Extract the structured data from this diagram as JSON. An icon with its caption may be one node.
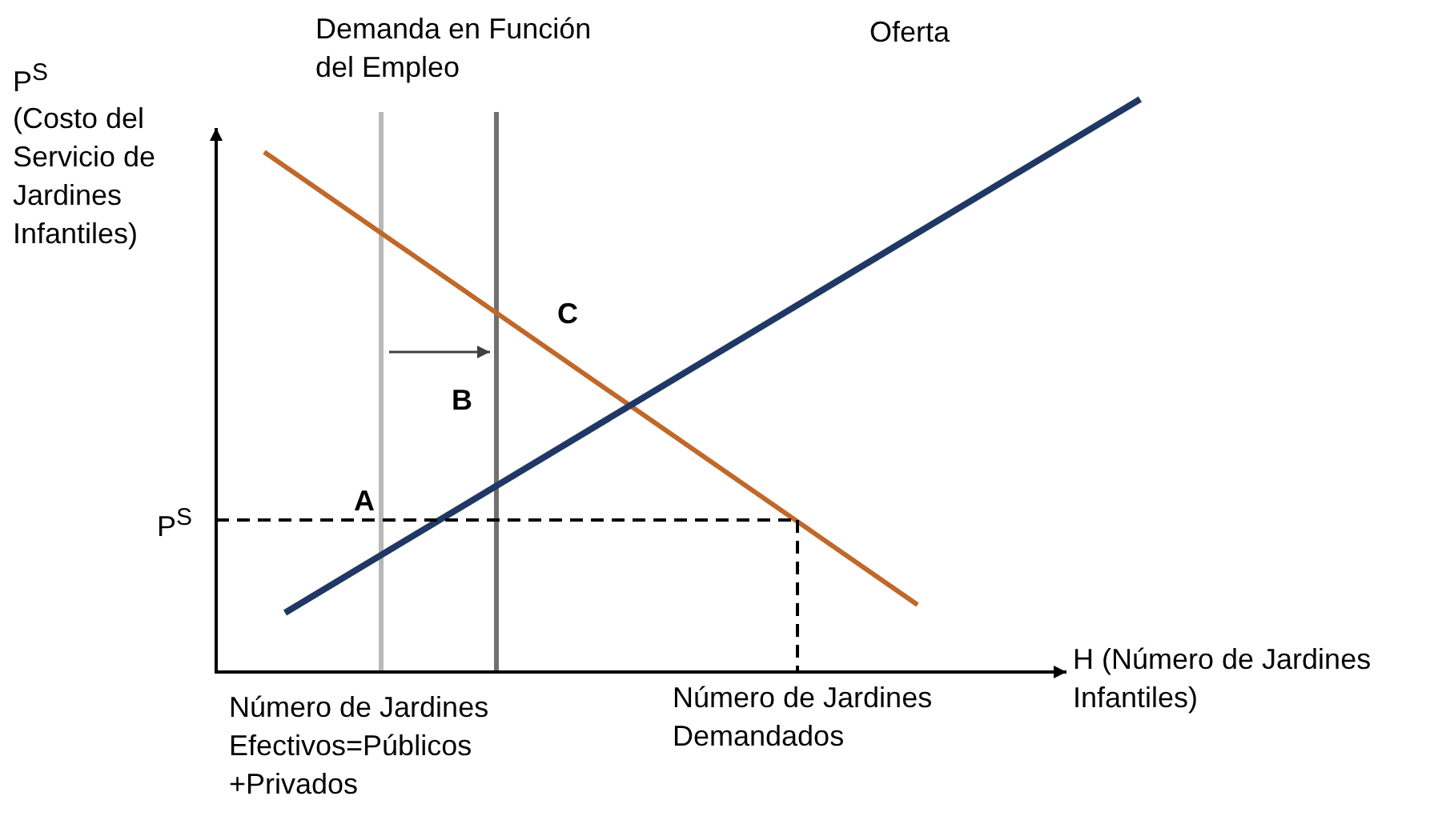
{
  "diagram": {
    "labels": [
      "Demanda en Función del Empleo",
      "P$^{S}$",
      "(Costo del Servicio de Jardines Infantiles)",
      "Oferta",
      "C",
      "B",
      "P$^{S}$",
      "A",
      "H (Número de Jardines Infantiles)",
      "Número de Jardines Efectivos=Públicos +Privados",
      "Número de Jardines Demandados"
    ]
  }
}
